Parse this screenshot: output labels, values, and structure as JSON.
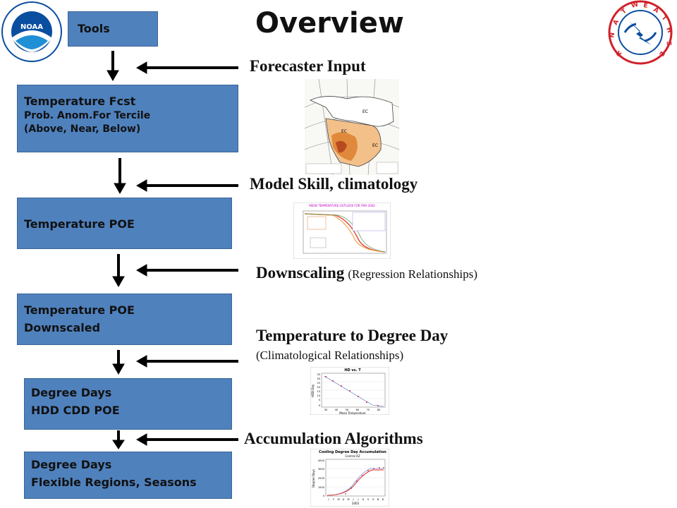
{
  "title": "Overview",
  "tools_label": "Tools",
  "boxes": [
    {
      "line1": "Temperature Fcst",
      "line2": "Prob. Anom.For Tercile",
      "line3": "(Above, Near, Below)"
    },
    {
      "line1": "Temperature POE"
    },
    {
      "line1": "Temperature POE",
      "line2": "Downscaled"
    },
    {
      "line1": "Degree Days",
      "line2": "HDD CDD POE"
    },
    {
      "line1": "Degree Days",
      "line2": "Flexible Regions, Seasons"
    }
  ],
  "steps": [
    {
      "label": "Forecaster Input"
    },
    {
      "label": "Model Skill, climatology"
    },
    {
      "label": "Downscaling",
      "sub": "(Regression Relationships)"
    },
    {
      "label": "Temperature to Degree Day",
      "sub": "(Climatological Relationships)"
    },
    {
      "label": "Accumulation Algorithms"
    }
  ],
  "logos": {
    "noaa_text": "NOAA",
    "nws_text": "NATIONAL WEATHER SERVICE"
  },
  "thumbs": {
    "poe_title": "MEAN TEMPERATURE OUTLOOK FOR FMA 2004",
    "hd_title": "HD vs. T",
    "hd_xlabel": "Mean Temperature",
    "hd_ylabel": "HDD Day",
    "cdd_title": "Cooling Degree Day Accumulation",
    "cdd_subtitle": "Central AZ",
    "cdd_ylabel": "Degree Days",
    "cdd_xlabel": "2003",
    "cdd_months": [
      "J",
      "F",
      "M",
      "A",
      "M",
      "J",
      "J",
      "A",
      "S",
      "O",
      "N",
      "D"
    ],
    "hd_xticks": [
      "30",
      "40",
      "50",
      "60",
      "70",
      "80"
    ],
    "hd_yticks": [
      "35",
      "30",
      "25",
      "20",
      "15",
      "10",
      "5",
      "0"
    ],
    "cdd_yticks": [
      "4000",
      "3000",
      "2000",
      "1000",
      "0"
    ]
  },
  "colors": {
    "box_fill": "#4f81bd",
    "box_border": "#3a6596",
    "noaa_blue": "#0a4ea0",
    "nws_red": "#d0202a"
  }
}
